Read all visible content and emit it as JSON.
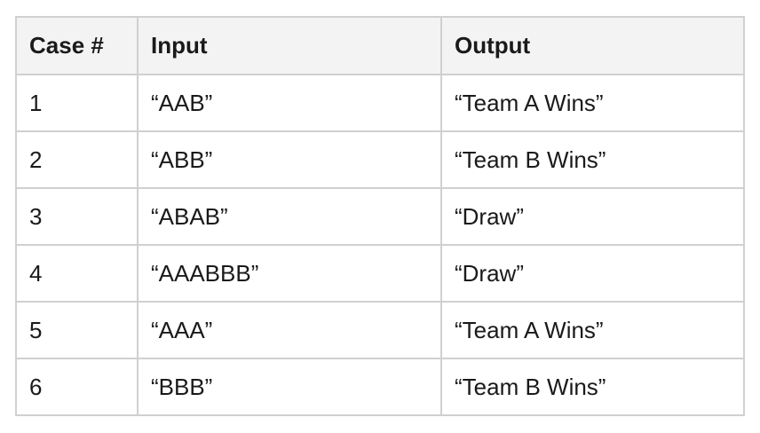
{
  "table": {
    "headers": [
      "Case #",
      "Input",
      "Output"
    ],
    "rows": [
      [
        "1",
        "“AAB”",
        "“Team A Wins”"
      ],
      [
        "2",
        "“ABB”",
        "“Team B Wins”"
      ],
      [
        "3",
        "“ABAB”",
        "“Draw”"
      ],
      [
        "4",
        "“AAABBB”",
        "“Draw”"
      ],
      [
        "5",
        "“AAA”",
        "“Team A Wins”"
      ],
      [
        "6",
        "“BBB”",
        "“Team B Wins”"
      ]
    ]
  }
}
